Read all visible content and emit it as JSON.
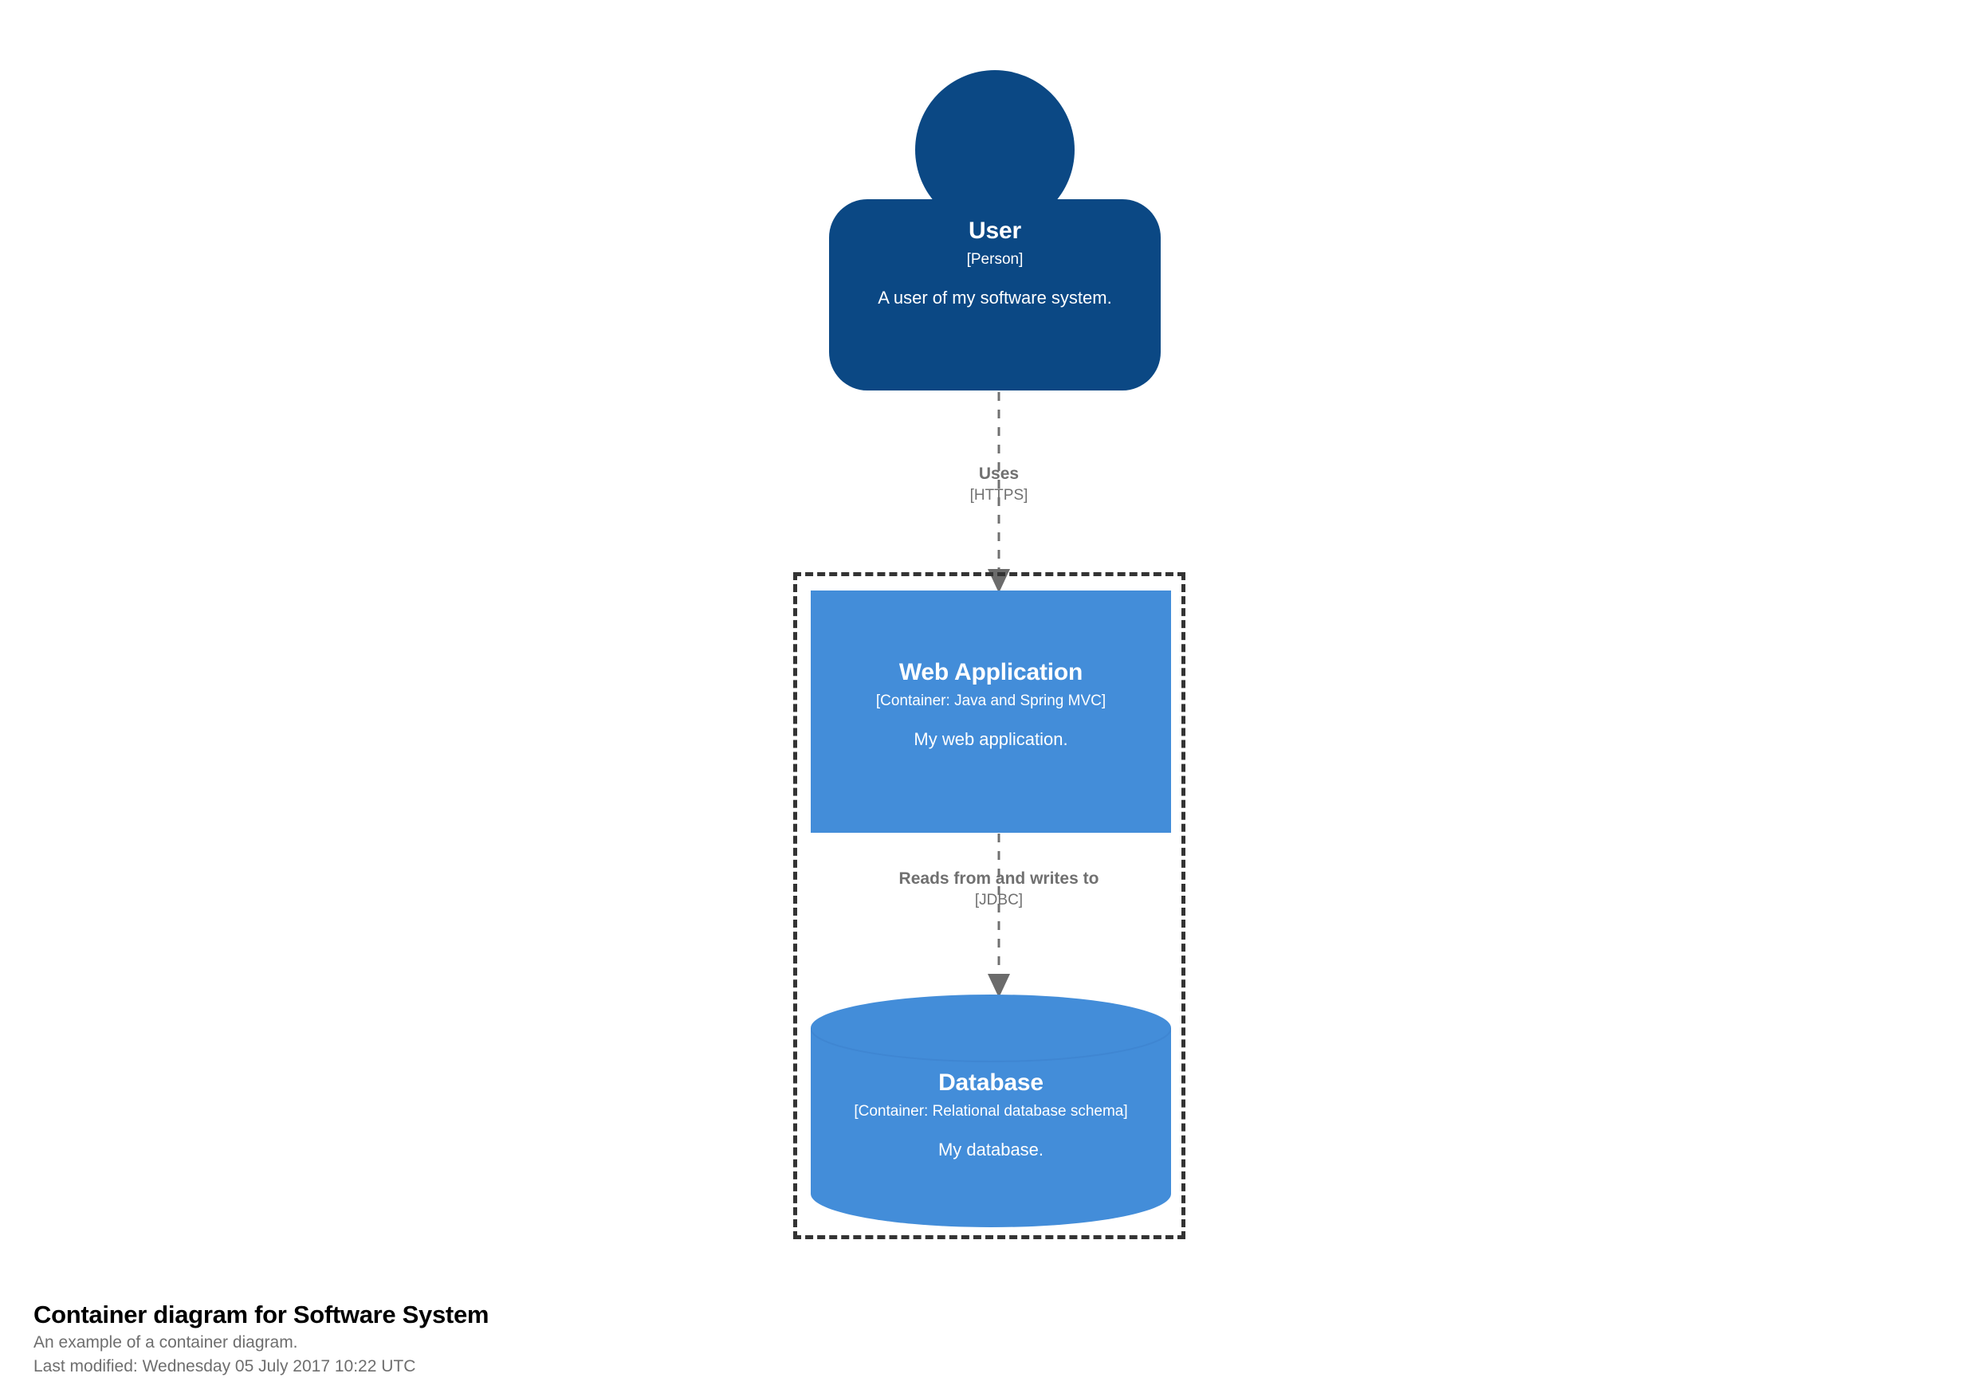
{
  "colors": {
    "person_bg": "#0B4884",
    "container_bg": "#438DD9",
    "boundary_stroke": "#333333",
    "relationship": "#707070",
    "node_text": "#FFFFFF",
    "caption_title": "#000000",
    "caption_meta": "#6E6E6E",
    "page_background": "#FFFFFF"
  },
  "diagram": {
    "kind": "c4-container-diagram",
    "nodes": {
      "user": {
        "name": "User",
        "type": "[Person]",
        "description": "A user of my software system."
      },
      "web_application": {
        "name": "Web Application",
        "type": "[Container: Java and Spring MVC]",
        "description": "My web application."
      },
      "database": {
        "name": "Database",
        "type": "[Container: Relational database schema]",
        "description": "My database."
      }
    },
    "relationships": [
      {
        "from": "User",
        "to": "Web Application",
        "description": "Uses",
        "technology": "[HTTPS]"
      },
      {
        "from": "Web Application",
        "to": "Database",
        "description": "Reads from and writes to",
        "technology": "[JDBC]"
      }
    ],
    "boundary": {
      "style": "dashed",
      "label": ""
    }
  },
  "caption": {
    "title": "Container diagram for Software System",
    "subtitle": "An example of a container diagram.",
    "last_modified": "Last modified: Wednesday 05 July 2017 10:22 UTC"
  }
}
